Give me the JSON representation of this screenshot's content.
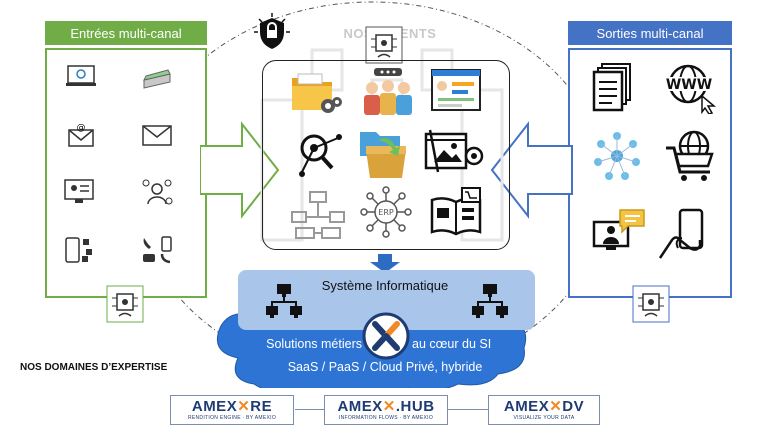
{
  "inputs": {
    "title": "Entrées multi-canal"
  },
  "outputs": {
    "title": "Sorties multi-canal"
  },
  "center": {
    "watermark": "NOS CLIENTS"
  },
  "si": {
    "title": "Système Informatique",
    "line1_left": "Solutions métiers",
    "line1_right": "au cœur du SI",
    "line2": "SaaS / PaaS / Cloud Privé, hybride"
  },
  "domains_label": "NOS DOMAINES D’EXPERTISE",
  "logos": [
    {
      "prefix": "AMEX",
      "suffix": "RE",
      "sub": "RENDITION ENGINE · BY AMEXIO"
    },
    {
      "prefix": "AMEX",
      "suffix": ".HUB",
      "sub": "INFORMATION FLOWS · BY AMEXIO"
    },
    {
      "prefix": "AMEX",
      "suffix": "DV",
      "sub": "VISUALIZE YOUR DATA"
    }
  ],
  "colors": {
    "green": "#70ad47",
    "blue": "#4472c4",
    "cloud": "#2e74d4",
    "si_box": "#a9c5ea",
    "arrow": "#2e6cc4"
  }
}
